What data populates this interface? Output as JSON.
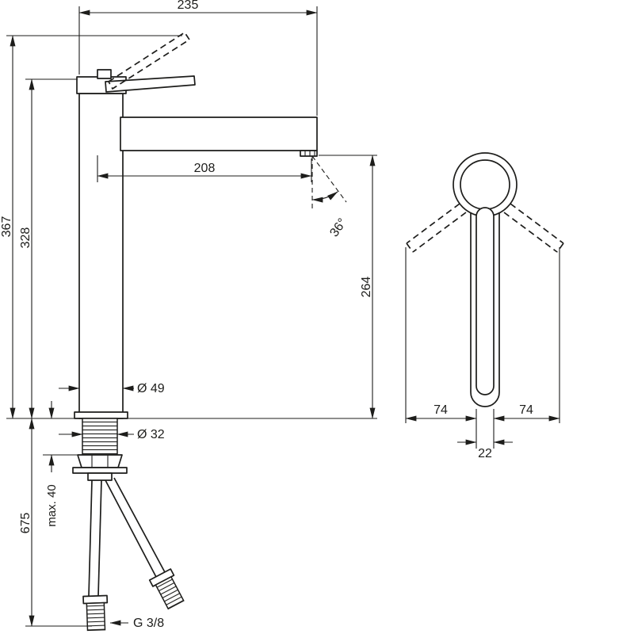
{
  "drawing": {
    "side_view": {
      "width_overall": "235",
      "height_overall": "367",
      "height_body": "328",
      "spout_reach": "208",
      "spout_height": "264",
      "spray_angle": "36°",
      "body_diameter": "Ø 49",
      "shank_diameter": "Ø 32",
      "mounting_thickness": "max. 40",
      "hose_length": "675",
      "connection_thread": "G 3/8"
    },
    "front_view": {
      "handle_swing_left": "74",
      "handle_swing_right": "74",
      "handle_width": "22"
    },
    "colors": {
      "line": "#1d1d1b",
      "background": "#ffffff"
    }
  }
}
